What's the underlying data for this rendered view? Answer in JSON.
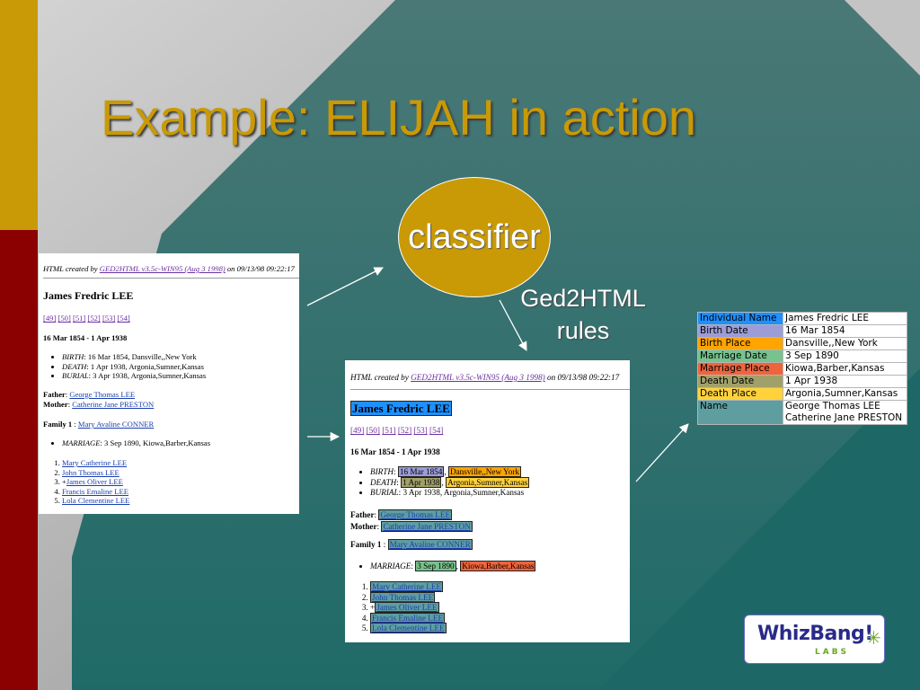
{
  "slide": {
    "title": "Example: ELIJAH in action",
    "classifier_label": "classifier",
    "rules_label": [
      "Ged2HTML",
      "rules"
    ]
  },
  "page": {
    "header_prefix": "HTML created by ",
    "header_link": "GED2HTML v3.5c-WIN95 (Aug 3 1998)",
    "header_suffix": " on 09/13/98 09:22:17",
    "person_name": "James Fredric LEE",
    "ref_links": [
      "[49]",
      "[50]",
      "[51]",
      "[52]",
      "[53]",
      "[54]"
    ],
    "lifespan": "16 Mar 1854 - 1 Apr 1938",
    "birth": {
      "label": "BIRTH",
      "date": "16 Mar 1854",
      "place": "Dansville,,New York"
    },
    "death": {
      "label": "DEATH",
      "date": "1 Apr 1938",
      "place": "Argonia,Sumner,Kansas"
    },
    "burial": {
      "label": "BURIAL",
      "text": "3 Apr 1938, Argonia,Sumner,Kansas"
    },
    "father_label": "Father",
    "father": "George Thomas LEE",
    "mother_label": "Mother",
    "mother": "Catherine Jane PRESTON",
    "family_label": "Family 1",
    "spouse": "Mary Avaline CONNER",
    "marriage": {
      "label": "MARRIAGE",
      "date": "3 Sep 1890",
      "place": "Kiowa,Barber,Kansas"
    },
    "children": [
      "Mary Catherine LEE",
      "John Thomas LEE",
      "James Oliver LEE",
      "Francis Emaline LEE",
      "Lola Clementine LEE"
    ],
    "child_marker": "+"
  },
  "extracted_fields": [
    {
      "field": "Individual Name",
      "value": "James Fredric LEE",
      "color": "#1e90ff"
    },
    {
      "field": "Birth Date",
      "value": "16 Mar 1854",
      "color": "#9c9cd6"
    },
    {
      "field": "Birth Place",
      "value": "Dansville,,New York",
      "color": "#ffa500"
    },
    {
      "field": "Marriage Date",
      "value": "3 Sep 1890",
      "color": "#77c28d"
    },
    {
      "field": "Marriage Place",
      "value": "Kiowa,Barber,Kansas",
      "color": "#f0643c"
    },
    {
      "field": "Death Date",
      "value": "1 Apr 1938",
      "color": "#a0a06a"
    },
    {
      "field": "Death Place",
      "value": "Argonia,Sumner,Kansas",
      "color": "#ffd23c"
    },
    {
      "field": "Name",
      "value": "George Thomas LEE\nCatherine Jane PRESTON",
      "color": "#5f9ea0"
    }
  ],
  "logo": {
    "word": "WhizBang!",
    "sub": "LABS"
  },
  "colors": {
    "title_gold": "#c99a06",
    "bar_red": "#8b0000",
    "teal": "#2e7470",
    "gray": "#9a9a9a"
  }
}
